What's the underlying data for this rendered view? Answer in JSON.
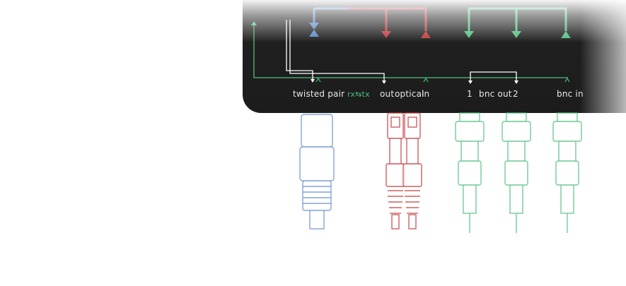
{
  "colors": {
    "panel": "#1f1f1f",
    "blue": "#5b86c9",
    "red": "#c0393b",
    "green": "#4fbf7e",
    "white": "#ffffff"
  },
  "labels": {
    "twisted_pair": "twisted pair",
    "rx_tx": "rx⇆tx",
    "out": "out",
    "optical": "optical",
    "in": "in",
    "bnc_out_1": "1",
    "bnc_out": "bnc out",
    "bnc_out_2": "2",
    "bnc_in": "bnc in"
  },
  "connectors": [
    {
      "name": "twisted-pair-connector",
      "color": "blue"
    },
    {
      "name": "optical-out-connector",
      "color": "red"
    },
    {
      "name": "optical-in-connector",
      "color": "red"
    },
    {
      "name": "bnc-out-1-connector",
      "color": "green"
    },
    {
      "name": "bnc-out-2-connector",
      "color": "green"
    },
    {
      "name": "bnc-in-connector",
      "color": "green"
    }
  ]
}
